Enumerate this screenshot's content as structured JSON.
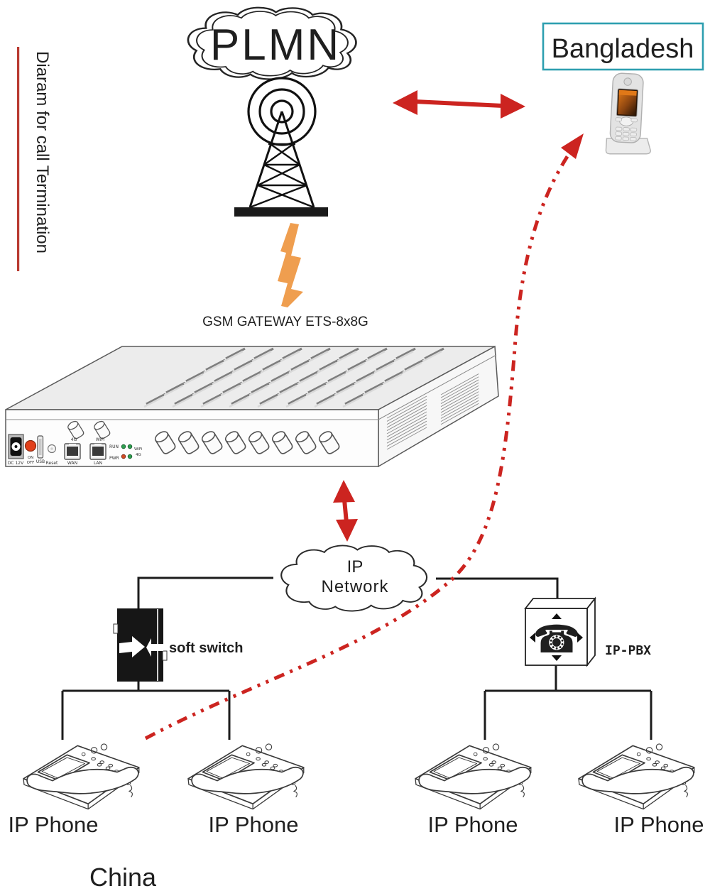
{
  "side_title": {
    "text": "Diaram for call Termination"
  },
  "plmn": {
    "label": "PLMN"
  },
  "bangladesh": {
    "label": "Bangladesh"
  },
  "gateway": {
    "caption": "GSM GATEWAY ETS-8x8G",
    "panel": {
      "dc": "DC 12V",
      "on": "ON",
      "off": "OFF",
      "usb": "USB",
      "reset": "Reset",
      "ant4g": "4G",
      "wan": "WAN",
      "antwifi": "WiFi",
      "lan": "LAN",
      "run": "RUN",
      "pwr": "PWR",
      "led_wifi": "WiFi",
      "led_4g": "4G"
    }
  },
  "network": {
    "line1": "IP",
    "line2": "Network"
  },
  "soft_switch": {
    "label": "soft switch"
  },
  "ip_pbx": {
    "label": "IP-PBX"
  },
  "icons": {
    "pbx_phone": "☎"
  },
  "phones": {
    "labels": [
      "IP Phone",
      "IP Phone",
      "IP Phone",
      "IP Phone"
    ]
  },
  "china": {
    "label": "China"
  },
  "colors": {
    "red": "#cc2420",
    "darkred": "#b93b31",
    "teal": "#2E9FB0",
    "orange": "#ef9e4f",
    "ink": "#1c1c1c"
  }
}
